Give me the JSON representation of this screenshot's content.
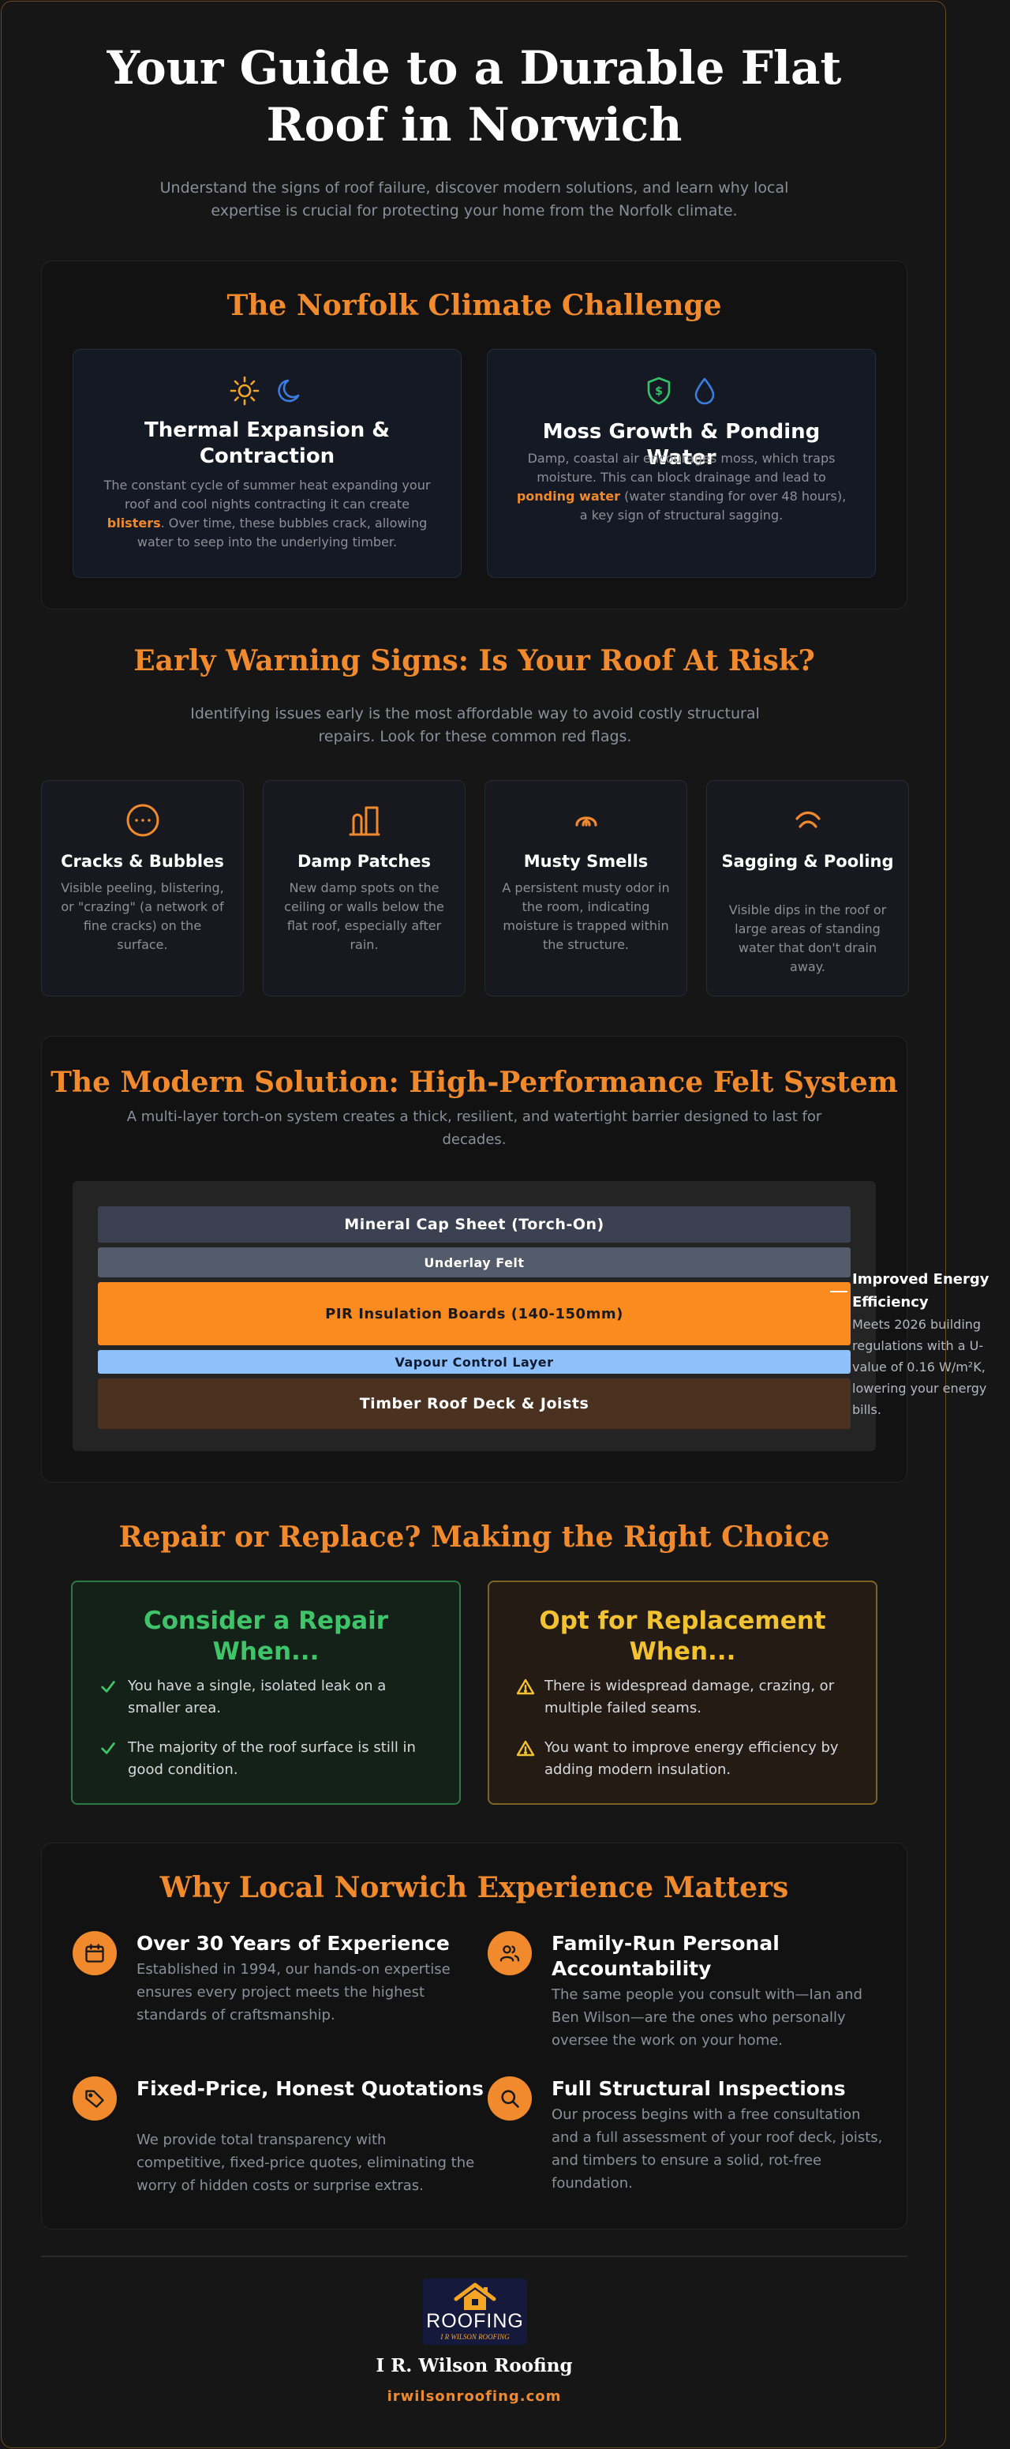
{
  "header": {
    "title": "Your Guide to a Durable Flat Roof in Norwich",
    "intro": "Understand the signs of roof failure, discover modern solutions, and learn why local expertise is crucial for protecting your home from the Norfolk climate."
  },
  "climate": {
    "title": "The Norfolk Climate Challenge",
    "cards": [
      {
        "title": "Thermal Expansion & Contraction",
        "text_before": "The constant cycle of summer heat expanding your roof and cool nights contracting it can create ",
        "highlight": "blisters",
        "text_after": ". Over time, these bubbles crack, allowing water to seep into the underlying timber.",
        "icons": [
          "sun-icon",
          "moon-icon"
        ]
      },
      {
        "title": "Moss Growth & Ponding Water",
        "text_before": "Damp, coastal air encourages moss, which traps moisture. This can block drainage and lead to ",
        "highlight": "ponding water",
        "text_after": " (water standing for over 48 hours), a key sign of structural sagging.",
        "icons": [
          "shield-icon",
          "water-drop-icon"
        ]
      }
    ]
  },
  "warnings": {
    "title": "Early Warning Signs: Is Your Roof At Risk?",
    "intro": "Identifying issues early is the most affordable way to avoid costly structural repairs. Look for these common red flags.",
    "items": [
      {
        "title": "Cracks & Bubbles",
        "text": "Visible peeling, blistering, or \"crazing\" (a network of fine cracks) on the surface.",
        "icon": "dots-circle-icon"
      },
      {
        "title": "Damp Patches",
        "text": "New damp spots on the ceiling or walls below the flat roof, especially after rain.",
        "icon": "damp-wall-icon"
      },
      {
        "title": "Musty Smells",
        "text": "A persistent musty odor in the room, indicating moisture is trapped within the structure.",
        "icon": "smell-icon"
      },
      {
        "title": "Sagging & Pooling",
        "text": "Visible dips in the roof or large areas of standing water that don't drain away.",
        "icon": "sagging-icon"
      }
    ]
  },
  "solution": {
    "title": "The Modern Solution: High-Performance Felt System",
    "intro": "A multi-layer torch-on system creates a thick, resilient, and watertight barrier designed to last for decades.",
    "layers": [
      {
        "label": "Mineral Cap Sheet (Torch-On)",
        "color": "#3b4150",
        "text_color": "#ffffff"
      },
      {
        "label": "Underlay Felt",
        "color": "#545b6b",
        "text_color": "#ffffff"
      },
      {
        "label": "PIR Insulation Boards (140-150mm)",
        "color": "#fb8a1f",
        "text_color": "#1a1a1a"
      },
      {
        "label": "Vapour Control Layer",
        "color": "#8ec0fb",
        "text_color": "#0e1a2e"
      },
      {
        "label": "Timber Roof Deck & Joists",
        "color": "#4a3120",
        "text_color": "#ffffff"
      }
    ],
    "callout": {
      "title": "Improved Energy Efficiency",
      "text": "Meets 2026 building regulations with a U-value of 0.16 W/m²K, lowering your energy bills."
    }
  },
  "choice": {
    "title": "Repair or Replace? Making the Right Choice",
    "repair": {
      "title": "Consider a Repair When...",
      "items": [
        "You have a single, isolated leak on a smaller area.",
        "The majority of the roof surface is still in good condition."
      ]
    },
    "replace": {
      "title": "Opt for Replacement When...",
      "items": [
        "There is widespread damage, crazing, or multiple failed seams.",
        "You want to improve energy efficiency by adding modern insulation."
      ]
    }
  },
  "local": {
    "title": "Why Local Norwich Experience Matters",
    "items": [
      {
        "title": "Over 30 Years of Experience",
        "text": "Established in 1994, our hands-on expertise ensures every project meets the highest standards of craftsmanship.",
        "icon": "calendar-icon"
      },
      {
        "title": "Family-Run Personal Accountability",
        "text": "The same people you consult with—Ian and Ben Wilson—are the ones who personally oversee the work on your home.",
        "icon": "users-icon"
      },
      {
        "title": "Fixed-Price, Honest Quotations",
        "text": "We provide total transparency with competitive, fixed-price quotes, eliminating the worry of hidden costs or surprise extras.",
        "icon": "price-tag-icon"
      },
      {
        "title": "Full Structural Inspections",
        "text": "Our process begins with a free consultation and a full assessment of your roof deck, joists, and timbers to ensure a solid, rot-free foundation.",
        "icon": "magnifier-icon"
      }
    ]
  },
  "footer": {
    "logo_word": "ROOFING",
    "logo_sub": "I R WILSON ROOFING",
    "company": "I R. Wilson Roofing",
    "website": "irwilsonroofing.com"
  },
  "colors": {
    "accent": "#f08a2c",
    "repair_green": "#3fc46a",
    "replace_yellow": "#f2c230",
    "background": "#161616"
  }
}
